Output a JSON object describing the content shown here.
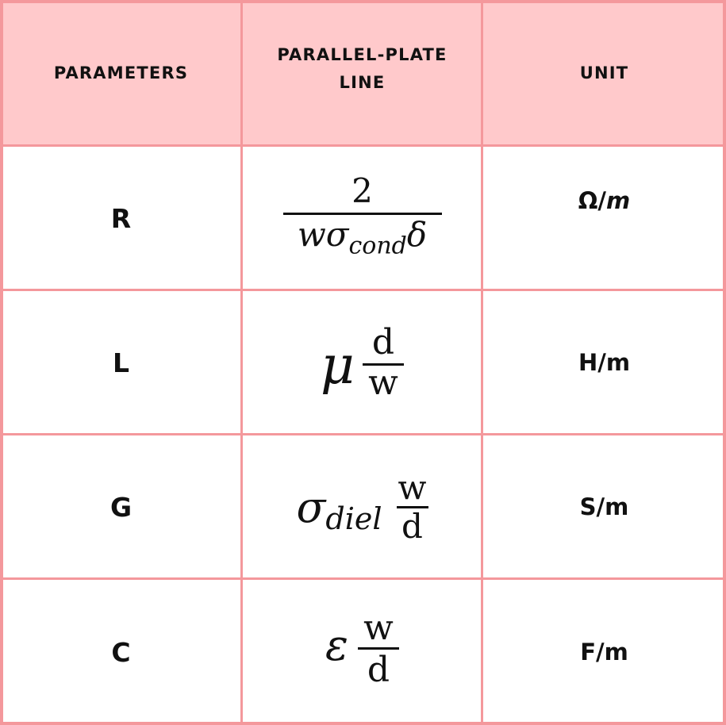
{
  "table": {
    "headers": [
      "PARAMETERS",
      "PARALLEL-PLATE LINE",
      "UNIT"
    ],
    "header_lines": {
      "col2_line1": "PARALLEL-PLATE",
      "col2_line2": "LINE"
    },
    "rows": [
      {
        "parameter": "R",
        "formula": {
          "numerator": "2",
          "den_main": "wσ",
          "den_sub": "cond",
          "den_tail": "δ"
        },
        "unit_prefix": "Ω/",
        "unit_suffix": "m"
      },
      {
        "parameter": "L",
        "formula": {
          "coef": "μ",
          "numerator": "d",
          "denominator": "w"
        },
        "unit": "H/m"
      },
      {
        "parameter": "G",
        "formula": {
          "coef": "σ",
          "coef_sub": "diel",
          "numerator": "w",
          "denominator": "d"
        },
        "unit": "S/m"
      },
      {
        "parameter": "C",
        "formula": {
          "coef": "ε",
          "numerator": "w",
          "denominator": "d"
        },
        "unit": "F/m"
      }
    ],
    "colors": {
      "header_bg": "#ffc9cb",
      "grid": "#f4989c",
      "text": "#111111"
    }
  }
}
